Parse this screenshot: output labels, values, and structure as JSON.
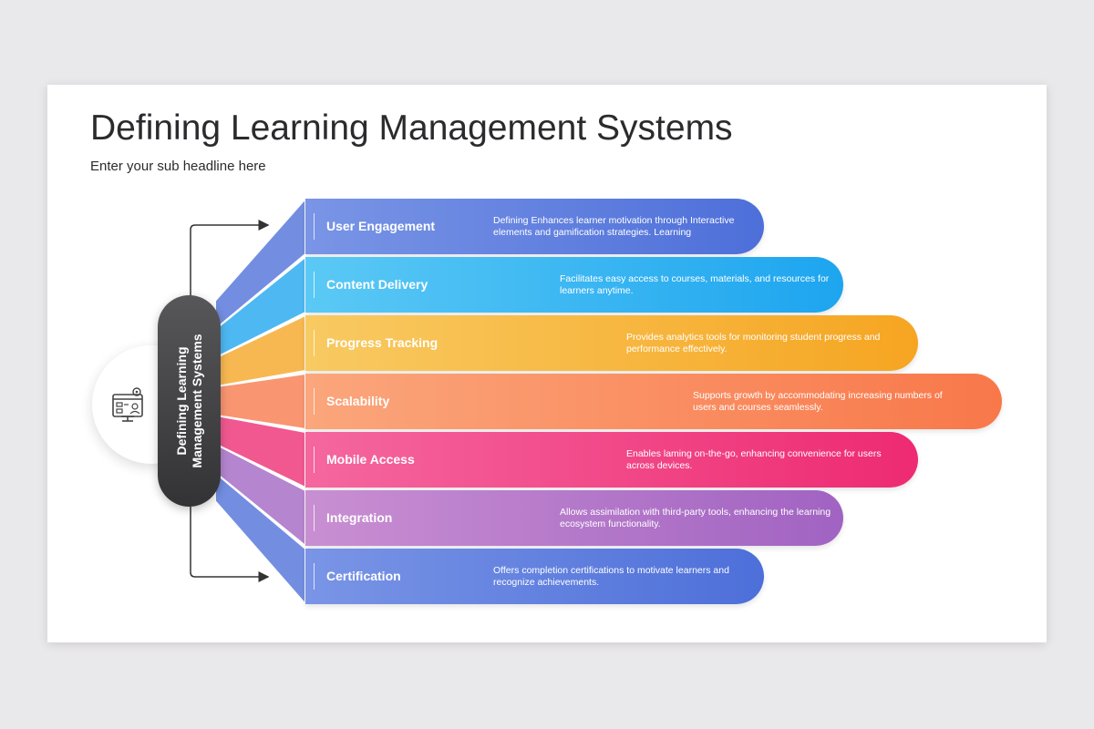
{
  "header": {
    "title": "Defining Learning Management Systems",
    "subtitle": "Enter your sub headline here"
  },
  "hub": {
    "line1": "Defining Learning",
    "line2": "Management Systems",
    "icon": "lms-dashboard-icon"
  },
  "items": [
    {
      "label": "User Engagement",
      "description": "Defining Enhances learner motivation through Interactive elements and gamification strategies. Learning",
      "color_start": "#7a95e6",
      "color_end": "#4d6fd9"
    },
    {
      "label": "Content Delivery",
      "description": "Facilitates easy access to courses, materials, and resources for learners anytime.",
      "color_start": "#5bc9f5",
      "color_end": "#1da5ef"
    },
    {
      "label": "Progress Tracking",
      "description": "Provides analytics tools for monitoring student progress and performance effectively.",
      "color_start": "#f8ca62",
      "color_end": "#f6a521"
    },
    {
      "label": "Scalability",
      "description": "Supports growth by accommodating increasing numbers of users and courses seamlessly.",
      "color_start": "#fba67c",
      "color_end": "#f8784a"
    },
    {
      "label": "Mobile Access",
      "description": "Enables laming on-the-go, enhancing convenience for users across devices.",
      "color_start": "#f5679f",
      "color_end": "#ee2a72"
    },
    {
      "label": "Integration",
      "description": "Allows assimilation with third-party tools, enhancing the learning ecosystem functionality.",
      "color_start": "#c98fd2",
      "color_end": "#a163c2"
    },
    {
      "label": "Certification",
      "description": "Offers completion certifications to motivate learners and recognize achievements.",
      "color_start": "#7a95e6",
      "color_end": "#4d6fd9"
    }
  ]
}
